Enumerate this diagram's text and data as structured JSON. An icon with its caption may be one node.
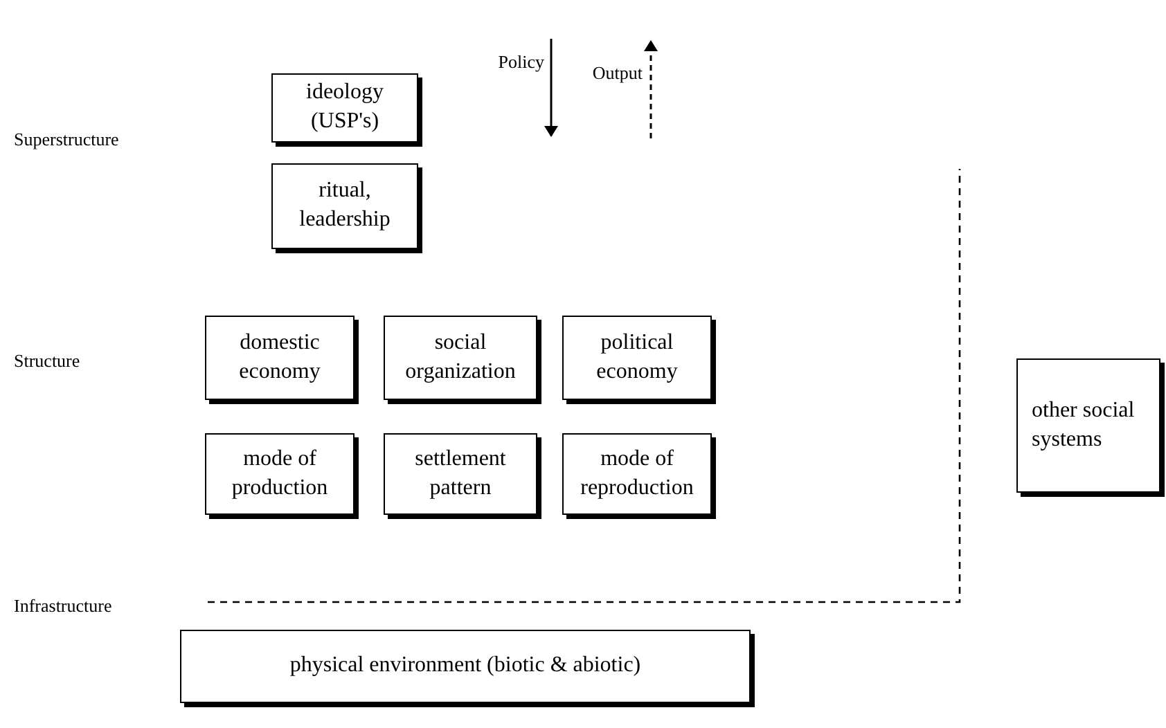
{
  "diagram": {
    "nodes": [
      {
        "text": [
          "ideology (USP's)"
        ]
      },
      {
        "text": [
          "ritual, leadership"
        ]
      },
      {
        "text": [
          "domestic economy"
        ]
      },
      {
        "text": [
          "social organization"
        ]
      },
      {
        "text": [
          "political economy"
        ]
      },
      {
        "text": [
          "other social systems"
        ]
      },
      {
        "text": [
          "mode of production"
        ]
      },
      {
        "text": [
          "settlement pattern"
        ]
      },
      {
        "text": [
          "mode of reproduction"
        ]
      },
      {
        "text": [
          "physical environment (biotic & abiotic)"
        ]
      }
    ],
    "labels": [
      "Policy",
      "Output",
      "Superstructure",
      "Structure",
      "Infrastructure"
    ]
  }
}
